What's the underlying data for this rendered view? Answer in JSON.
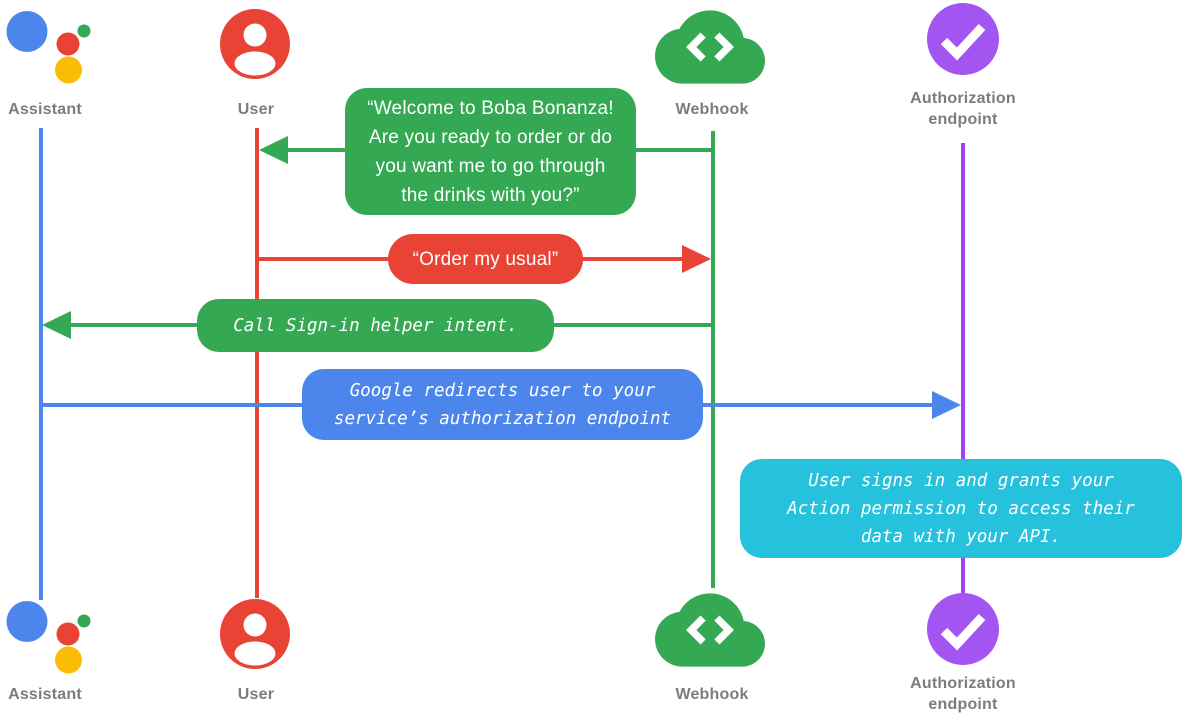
{
  "colors": {
    "blue": "#4C85EC",
    "red": "#E94335",
    "green": "#34A853",
    "yellow": "#FBBC04",
    "purple_icon": "#A355F2",
    "purple_line": "#A142F4",
    "cyan": "#26C1DC",
    "label_gray": "#7A7D80"
  },
  "actors": {
    "assistant": {
      "label": "Assistant",
      "icon": "google-assistant-logo"
    },
    "user": {
      "label": "User",
      "icon": "account-circle"
    },
    "webhook": {
      "label": "Webhook",
      "icon": "cloud-code"
    },
    "auth": {
      "label": "Authorization\nendpoint",
      "icon": "check-circle"
    }
  },
  "messages": [
    {
      "from": "webhook",
      "to": "user",
      "style": "speech",
      "color": "green",
      "text": "“Welcome to Boba Bonanza!\nAre you ready to order or do\nyou want me to go through\nthe drinks with you?”"
    },
    {
      "from": "user",
      "to": "webhook",
      "style": "speech",
      "color": "red",
      "text": "“Order my usual”"
    },
    {
      "from": "webhook",
      "to": "assistant",
      "style": "code",
      "color": "green",
      "text": "Call Sign-in helper intent."
    },
    {
      "from": "assistant",
      "to": "auth",
      "style": "code",
      "color": "blue",
      "text": "Google redirects user to your\nservice’s authorization endpoint"
    },
    {
      "type": "note",
      "on": "auth",
      "style": "code",
      "color": "cyan",
      "text": "User signs in and grants your\nAction permission to access their\ndata with your API."
    }
  ]
}
